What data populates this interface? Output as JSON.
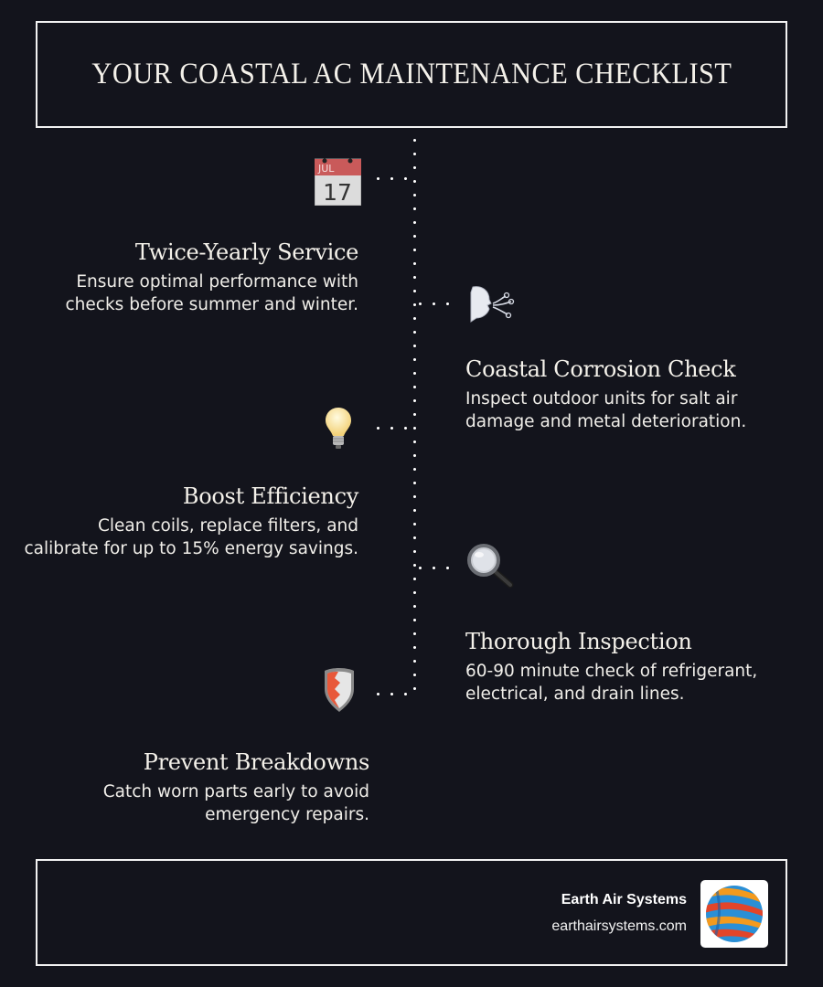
{
  "header": {
    "title": "YOUR COASTAL AC MAINTENANCE CHECKLIST"
  },
  "items": [
    {
      "title": "Twice-Yearly Service",
      "description": "Ensure optimal performance with\nchecks before summer and winter.",
      "icon": "calendar-icon",
      "icon_text": {
        "month": "JUL",
        "day": "17"
      },
      "side": "left"
    },
    {
      "title": "Coastal Corrosion Check",
      "description": "Inspect outdoor units for salt air\ndamage and metal deterioration.",
      "icon": "wind-face-icon",
      "side": "right"
    },
    {
      "title": "Boost Efficiency",
      "description": "Clean coils, replace filters, and\ncalibrate for up to 15% energy savings.",
      "icon": "light-bulb-icon",
      "side": "left"
    },
    {
      "title": "Thorough Inspection",
      "description": "60-90 minute check of refrigerant,\nelectrical, and drain lines.",
      "icon": "magnifying-glass-icon",
      "side": "right"
    },
    {
      "title": "Prevent Breakdowns",
      "description": "Catch worn parts early to avoid\nemergency repairs.",
      "icon": "shield-icon",
      "side": "left"
    }
  ],
  "footer": {
    "brand_name": "Earth Air Systems",
    "brand_url": "earthairsystems.com",
    "logo_icon": "globe-logo-icon"
  },
  "colors": {
    "background": "#13141c",
    "border": "#f2f2f2",
    "text": "#f4f1ea",
    "calendar_red": "#c95a5a",
    "shield_red": "#e8583a",
    "logo_blue": "#2a8fd6",
    "logo_orange": "#f39a1e"
  }
}
